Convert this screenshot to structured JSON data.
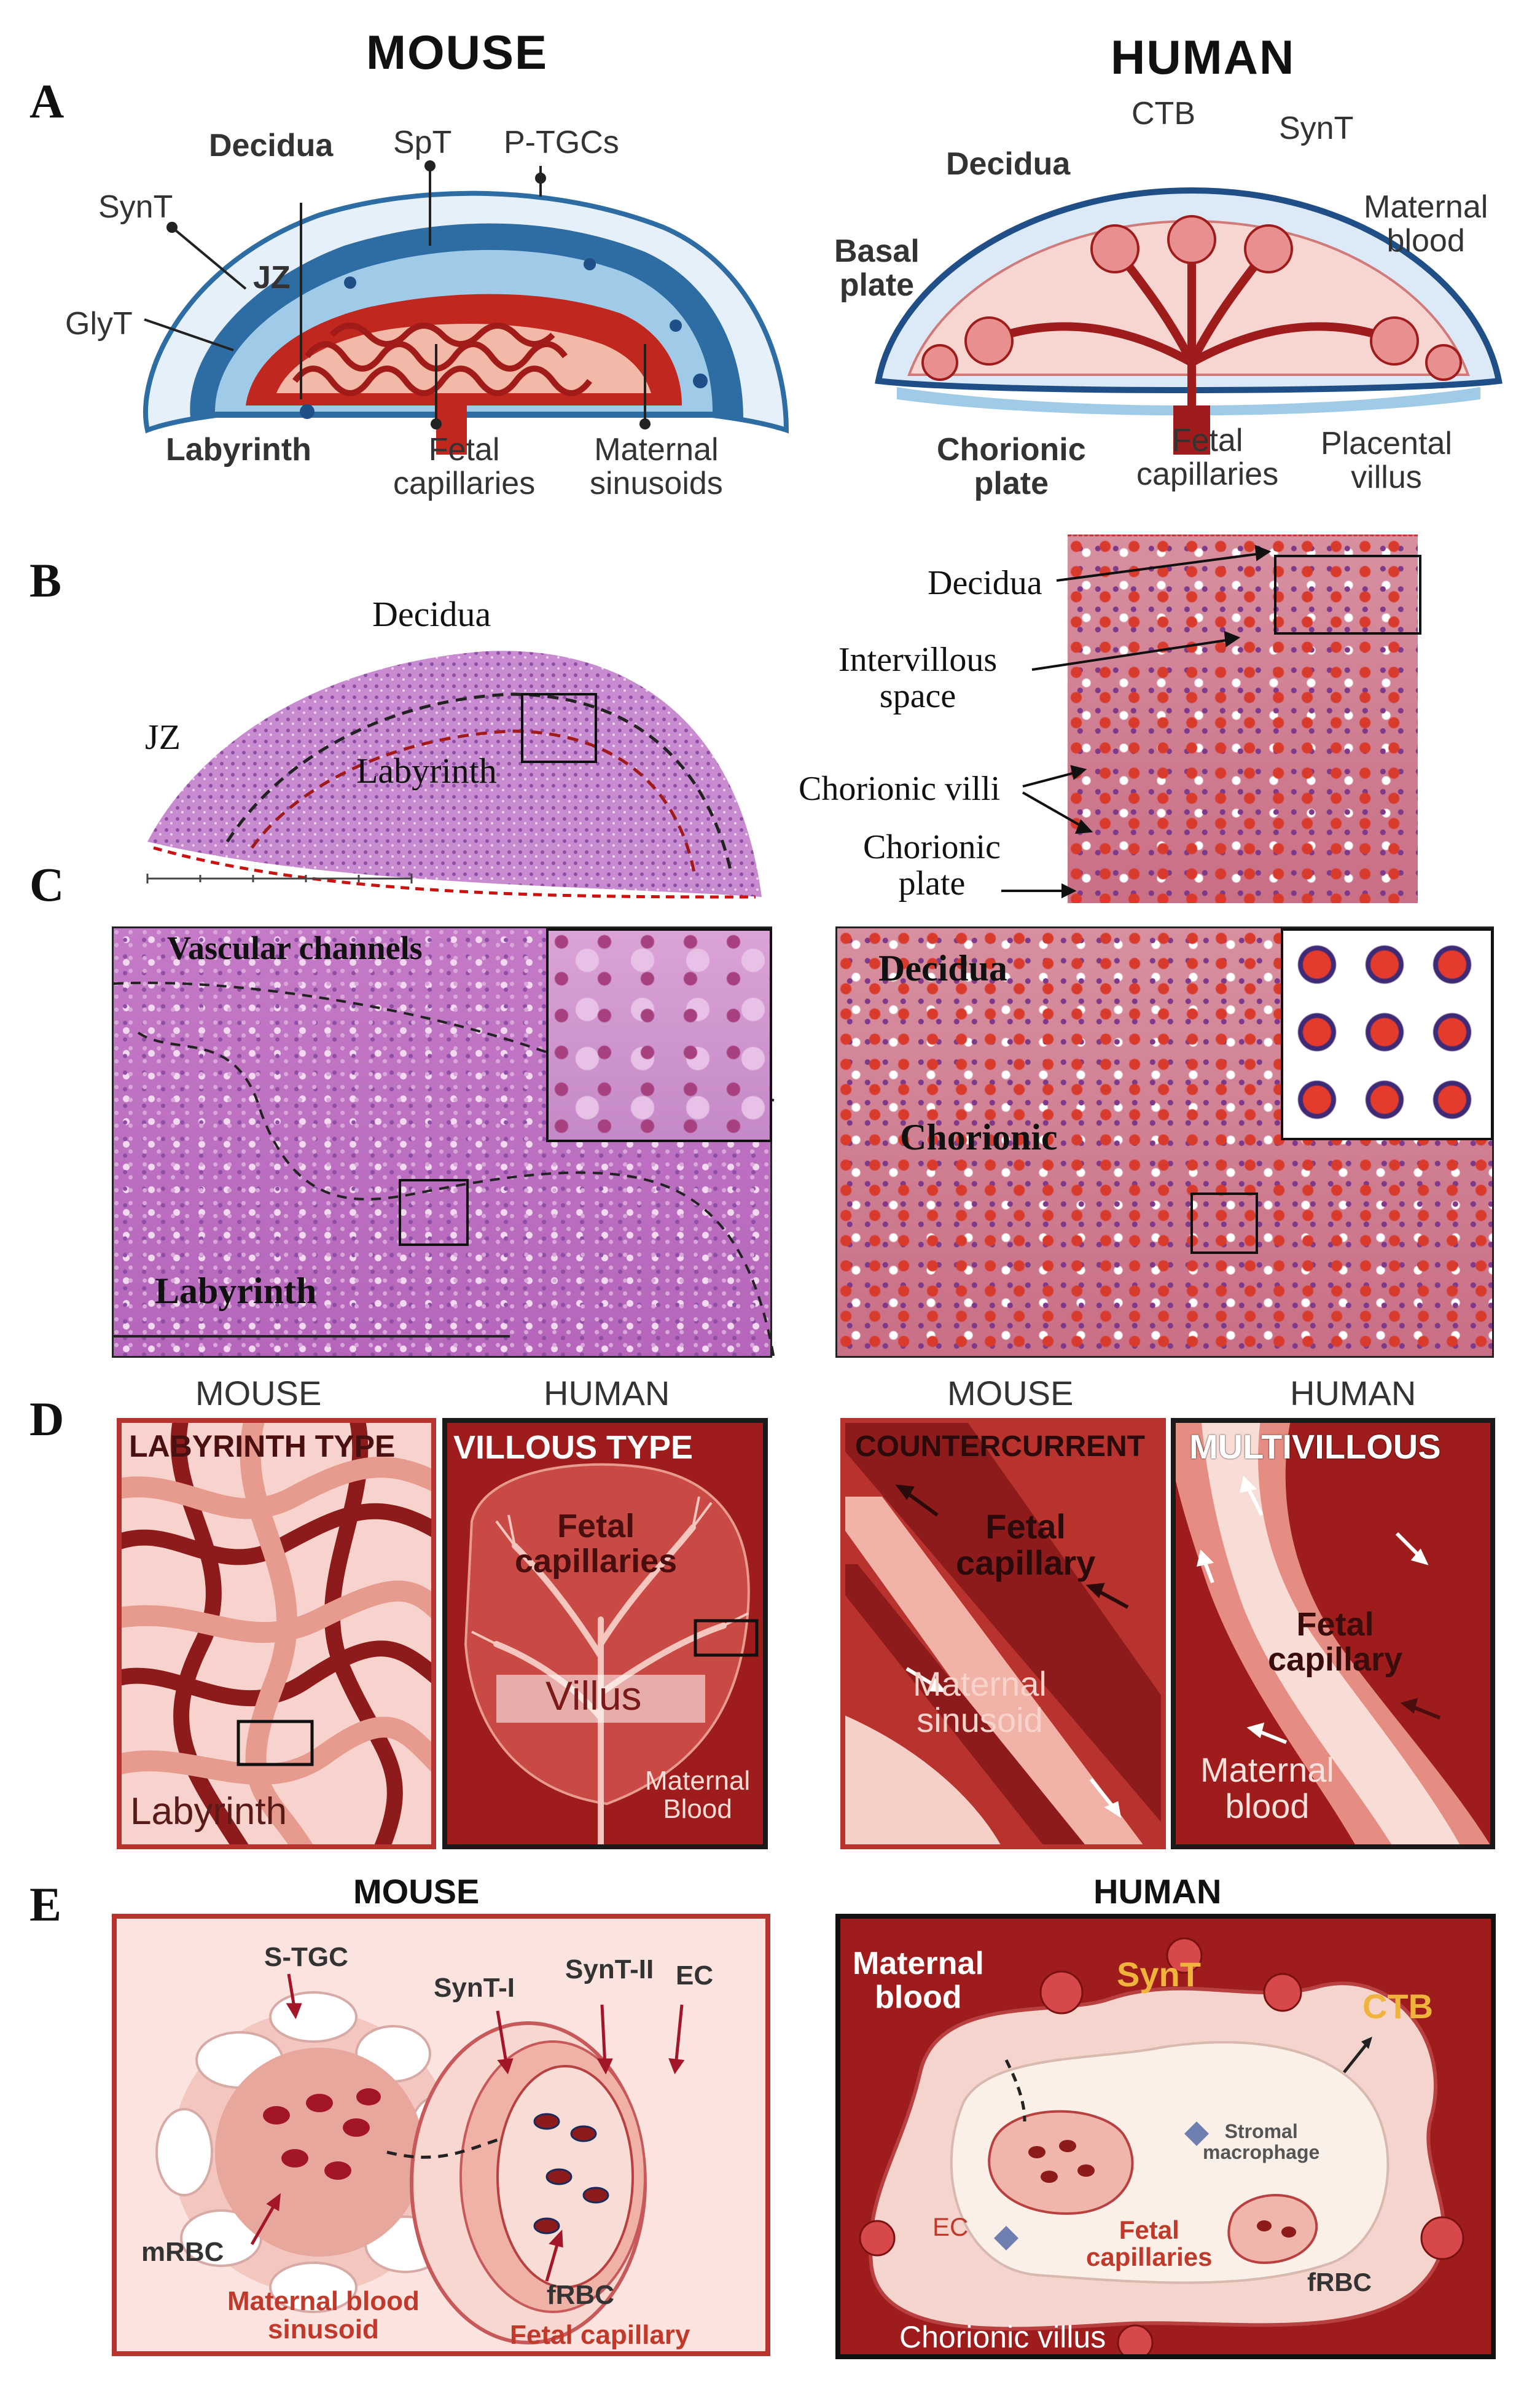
{
  "panelA": {
    "letter": "A",
    "mouse_title": "MOUSE",
    "human_title": "HUMAN",
    "mouse": {
      "decidua": "Decidua",
      "spt": "SpT",
      "ptgcs": "P-TGCs",
      "synt": "SynT",
      "jz": "JZ",
      "glyt": "GlyT",
      "labyrinth": "Labyrinth",
      "fetal_capillaries": "Fetal\ncapillaries",
      "maternal_sinusoids": "Maternal\nsinusoids"
    },
    "human": {
      "ctb": "CTB",
      "synt": "SynT",
      "decidua": "Decidua",
      "maternal_blood": "Maternal\nblood",
      "basal_plate": "Basal\nplate",
      "chorionic_plate": "Chorionic\nplate",
      "fetal_capillaries": "Fetal\ncapillaries",
      "placental_villus": "Placental\nvillus"
    }
  },
  "panelB": {
    "letter": "B",
    "mouse": {
      "decidua": "Decidua",
      "jz": "JZ",
      "labyrinth": "Labyrinth"
    },
    "human": {
      "decidua": "Decidua",
      "intervillous_space": "Intervillous\nspace",
      "chorionic_villi": "Chorionic villi",
      "chorionic_plate": "Chorionic\nplate"
    }
  },
  "panelC": {
    "letter": "C",
    "mouse": {
      "vascular_channels": "Vascular channels",
      "labyrinth": "Labyrinth"
    },
    "human": {
      "decidua": "Decidua",
      "chorionic": "Chorionic"
    }
  },
  "panelD": {
    "letter": "D",
    "mouse_label": "MOUSE",
    "human_label": "HUMAN",
    "labyrinth_type": {
      "title": "LABYRINTH TYPE",
      "label": "Labyrinth"
    },
    "villous_type": {
      "title": "VILLOUS TYPE",
      "fetal_capillaries": "Fetal\ncapillaries",
      "villus": "Villus",
      "maternal_blood": "Maternal\nBlood"
    },
    "countercurrent": {
      "title": "COUNTERCURRENT",
      "fetal_capillary": "Fetal\ncapillary",
      "maternal_sinusoid": "Maternal\nsinusoid"
    },
    "multivillous": {
      "title": "MULTIVILLOUS",
      "fetal_capillary": "Fetal\ncapillary",
      "maternal_blood": "Maternal\nblood"
    }
  },
  "panelE": {
    "letter": "E",
    "mouse_title": "MOUSE",
    "human_title": "HUMAN",
    "mouse": {
      "stgc": "S-TGC",
      "synt1": "SynT-I",
      "synt2": "SynT-II",
      "ec": "EC",
      "mrbc": "mRBC",
      "frbc": "fRBC",
      "maternal_blood_sinusoid": "Maternal blood\nsinusoid",
      "fetal_capillary": "Fetal capillary"
    },
    "human": {
      "maternal_blood": "Maternal\nblood",
      "synt": "SynT",
      "ctb": "CTB",
      "stromal_macrophage": "Stromal\nmacrophage",
      "ec": "EC",
      "fetal_capillaries": "Fetal\ncapillaries",
      "frbc": "fRBC",
      "chorionic_villus": "Chorionic villus"
    }
  },
  "colors": {
    "dark_red": "#8e1b1b",
    "mid_red": "#b8322e",
    "pink": "#f5c9c3",
    "blue": "#2e6da4",
    "light_blue": "#9fcbe8",
    "yellow": "#f0b43c"
  }
}
